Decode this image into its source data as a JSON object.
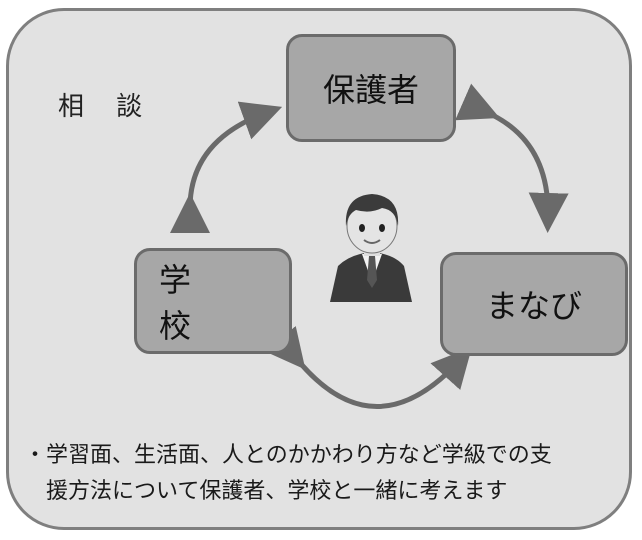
{
  "heading": "相 談",
  "nodes": {
    "parent": "保護者",
    "school": "学 校",
    "manabi": "まなび"
  },
  "note": {
    "bullet": "・",
    "line1": "学習面、生活面、人とのかかわり方など学級での支",
    "line2": "援方法について保護者、学校と一緒に考えます"
  },
  "colors": {
    "panel": "#e2e2e2",
    "panel_border": "#7f7f7f",
    "node_fill": "#a7a7a7",
    "node_border": "#6b6b6b",
    "arrow": "#6a6a6a"
  },
  "icons": [
    "counselor-figure-icon"
  ]
}
